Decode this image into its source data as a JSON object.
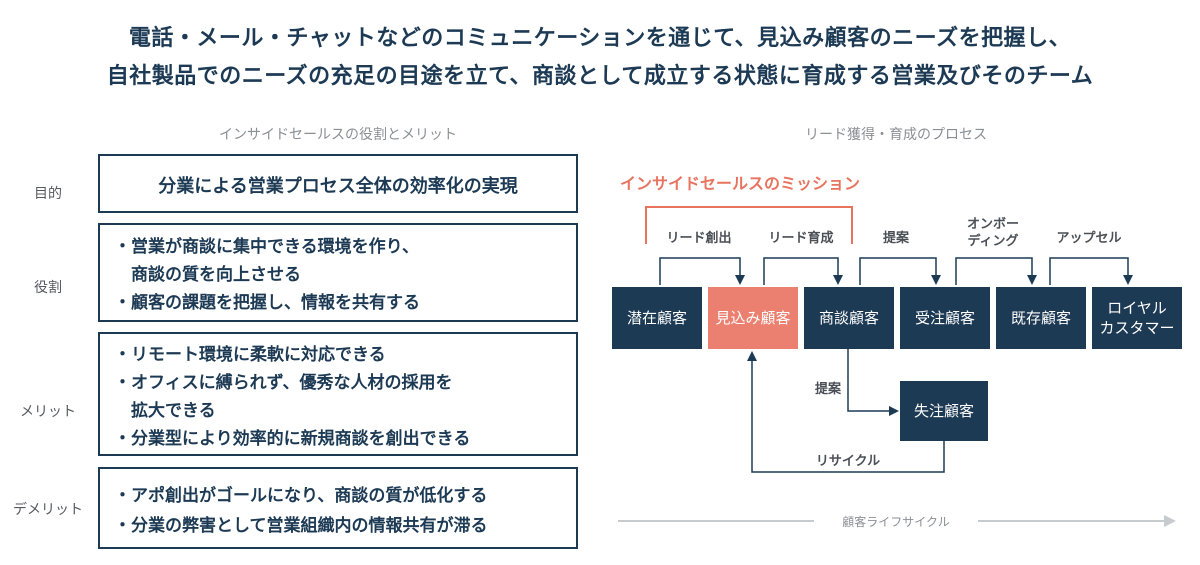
{
  "headline": {
    "line1": "電話・メール・チャットなどのコミュニケーションを通じて、見込み顧客のニーズを把握し、",
    "line2": "自社製品でのニーズの充足の目途を立て、商談として成立する状態に育成する営業及びそのチーム"
  },
  "left": {
    "title": "インサイドセールスの役割とメリット",
    "rows": [
      {
        "label": "目的",
        "lines": [
          "分業による営業プロセス全体の効率化の実現"
        ]
      },
      {
        "label": "役割",
        "lines": [
          "・営業が商談に集中できる環境を作り、",
          "　商談の質を向上させる",
          "・顧客の課題を把握し、情報を共有する"
        ]
      },
      {
        "label": "メリット",
        "lines": [
          "・リモート環境に柔軟に対応できる",
          "・オフィスに縛られず、優秀な人材の採用を",
          "　拡大できる",
          "・分業型により効率的に新規商談を創出できる"
        ]
      },
      {
        "label": "デメリット",
        "lines": [
          "・アポ創出がゴールになり、商談の質が低化する",
          "・分業の弊害として営業組織内の情報共有が滞る"
        ]
      }
    ]
  },
  "right": {
    "title": "リード獲得・育成のプロセス",
    "mission": "インサイドセールスのミッション",
    "stages": [
      {
        "label": "潜在顧客"
      },
      {
        "label": "見込み顧客",
        "highlight": true
      },
      {
        "label": "商談顧客"
      },
      {
        "label": "受注顧客"
      },
      {
        "label": "既存顧客"
      },
      {
        "label": "ロイヤル\nカスタマー"
      }
    ],
    "step_labels": [
      "リード創出",
      "リード育成",
      "提案",
      "オンボー\nディング",
      "アップセル"
    ],
    "lost": {
      "label": "失注顧客",
      "arrow_in": "提案",
      "arrow_out": "リサイクル"
    },
    "axis_label": "顧客ライフサイクル"
  },
  "colors": {
    "navy": "#1d3a55",
    "accent": "#ec8070",
    "mission": "#e8735f"
  }
}
